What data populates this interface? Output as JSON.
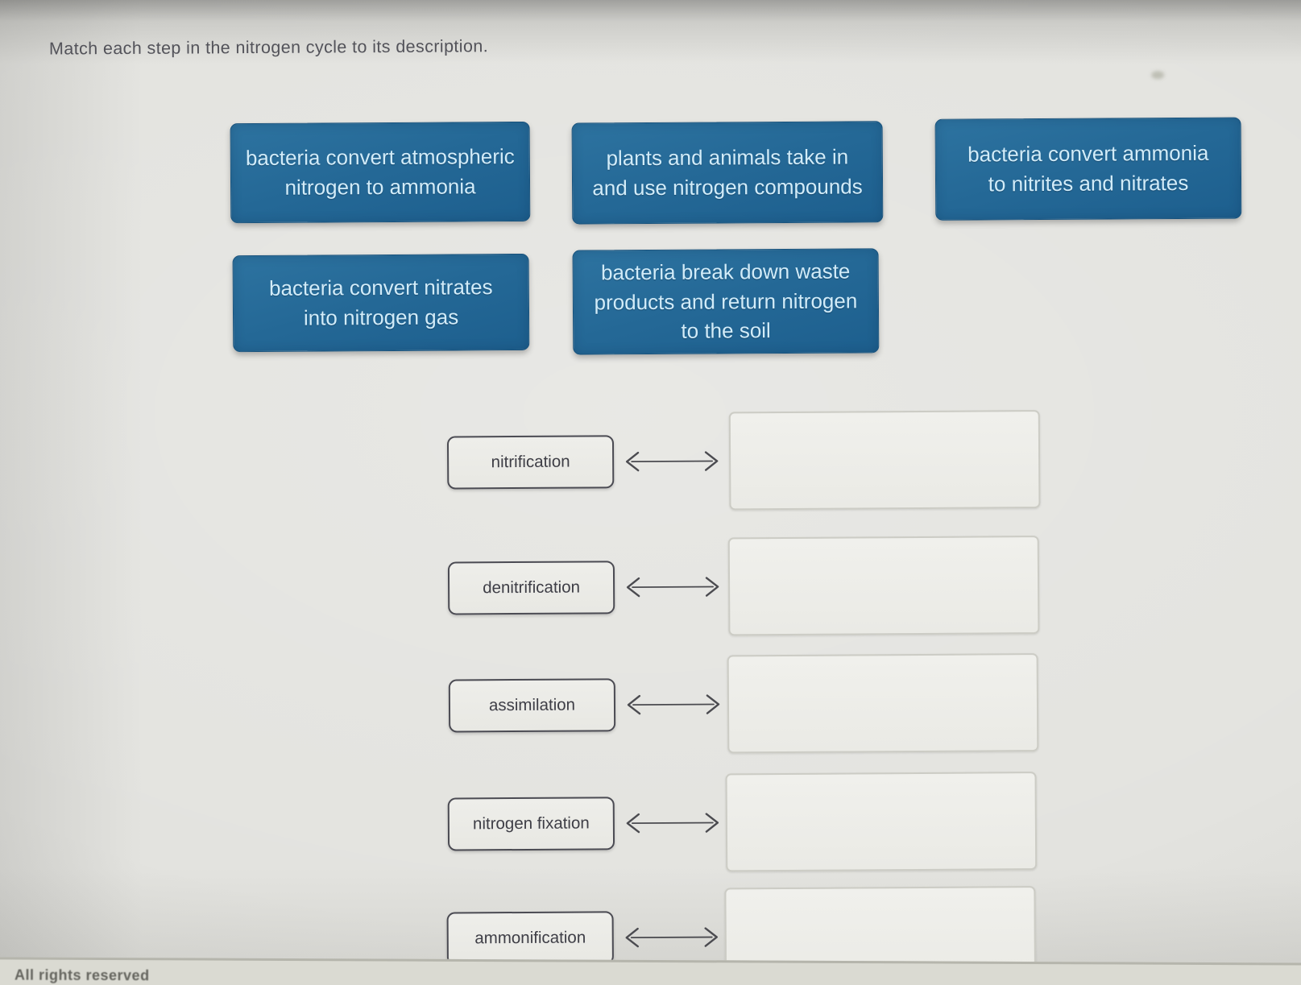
{
  "page": {
    "title": "Match each step in the nitrogen cycle to its description.",
    "footer_note": "All rights reserved"
  },
  "colors": {
    "card_blue": "#246896",
    "card_text": "#d2ecf9",
    "page_background": "#e3e3df",
    "term_border": "#4b4b53",
    "target_border": "#ccccc5",
    "arrow_color": "#4b4b50"
  },
  "description_cards": [
    {
      "lines": [
        "bacteria convert atmospheric",
        "nitrogen to ammonia",
        ""
      ]
    },
    {
      "lines": [
        "plants and animals take in",
        "and use nitrogen compounds",
        ""
      ]
    },
    {
      "lines": [
        "bacteria convert ammonia",
        "to nitrites and nitrates",
        ""
      ]
    },
    {
      "lines": [
        "bacteria convert nitrates",
        "into nitrogen gas",
        ""
      ]
    },
    {
      "lines": [
        "bacteria break down waste",
        "products and return nitrogen",
        "to the soil"
      ]
    }
  ],
  "match_rows": [
    {
      "term": "nitrification"
    },
    {
      "term": "denitrification"
    },
    {
      "term": "assimilation"
    },
    {
      "term": "nitrogen fixation"
    },
    {
      "term": "ammonification"
    }
  ]
}
